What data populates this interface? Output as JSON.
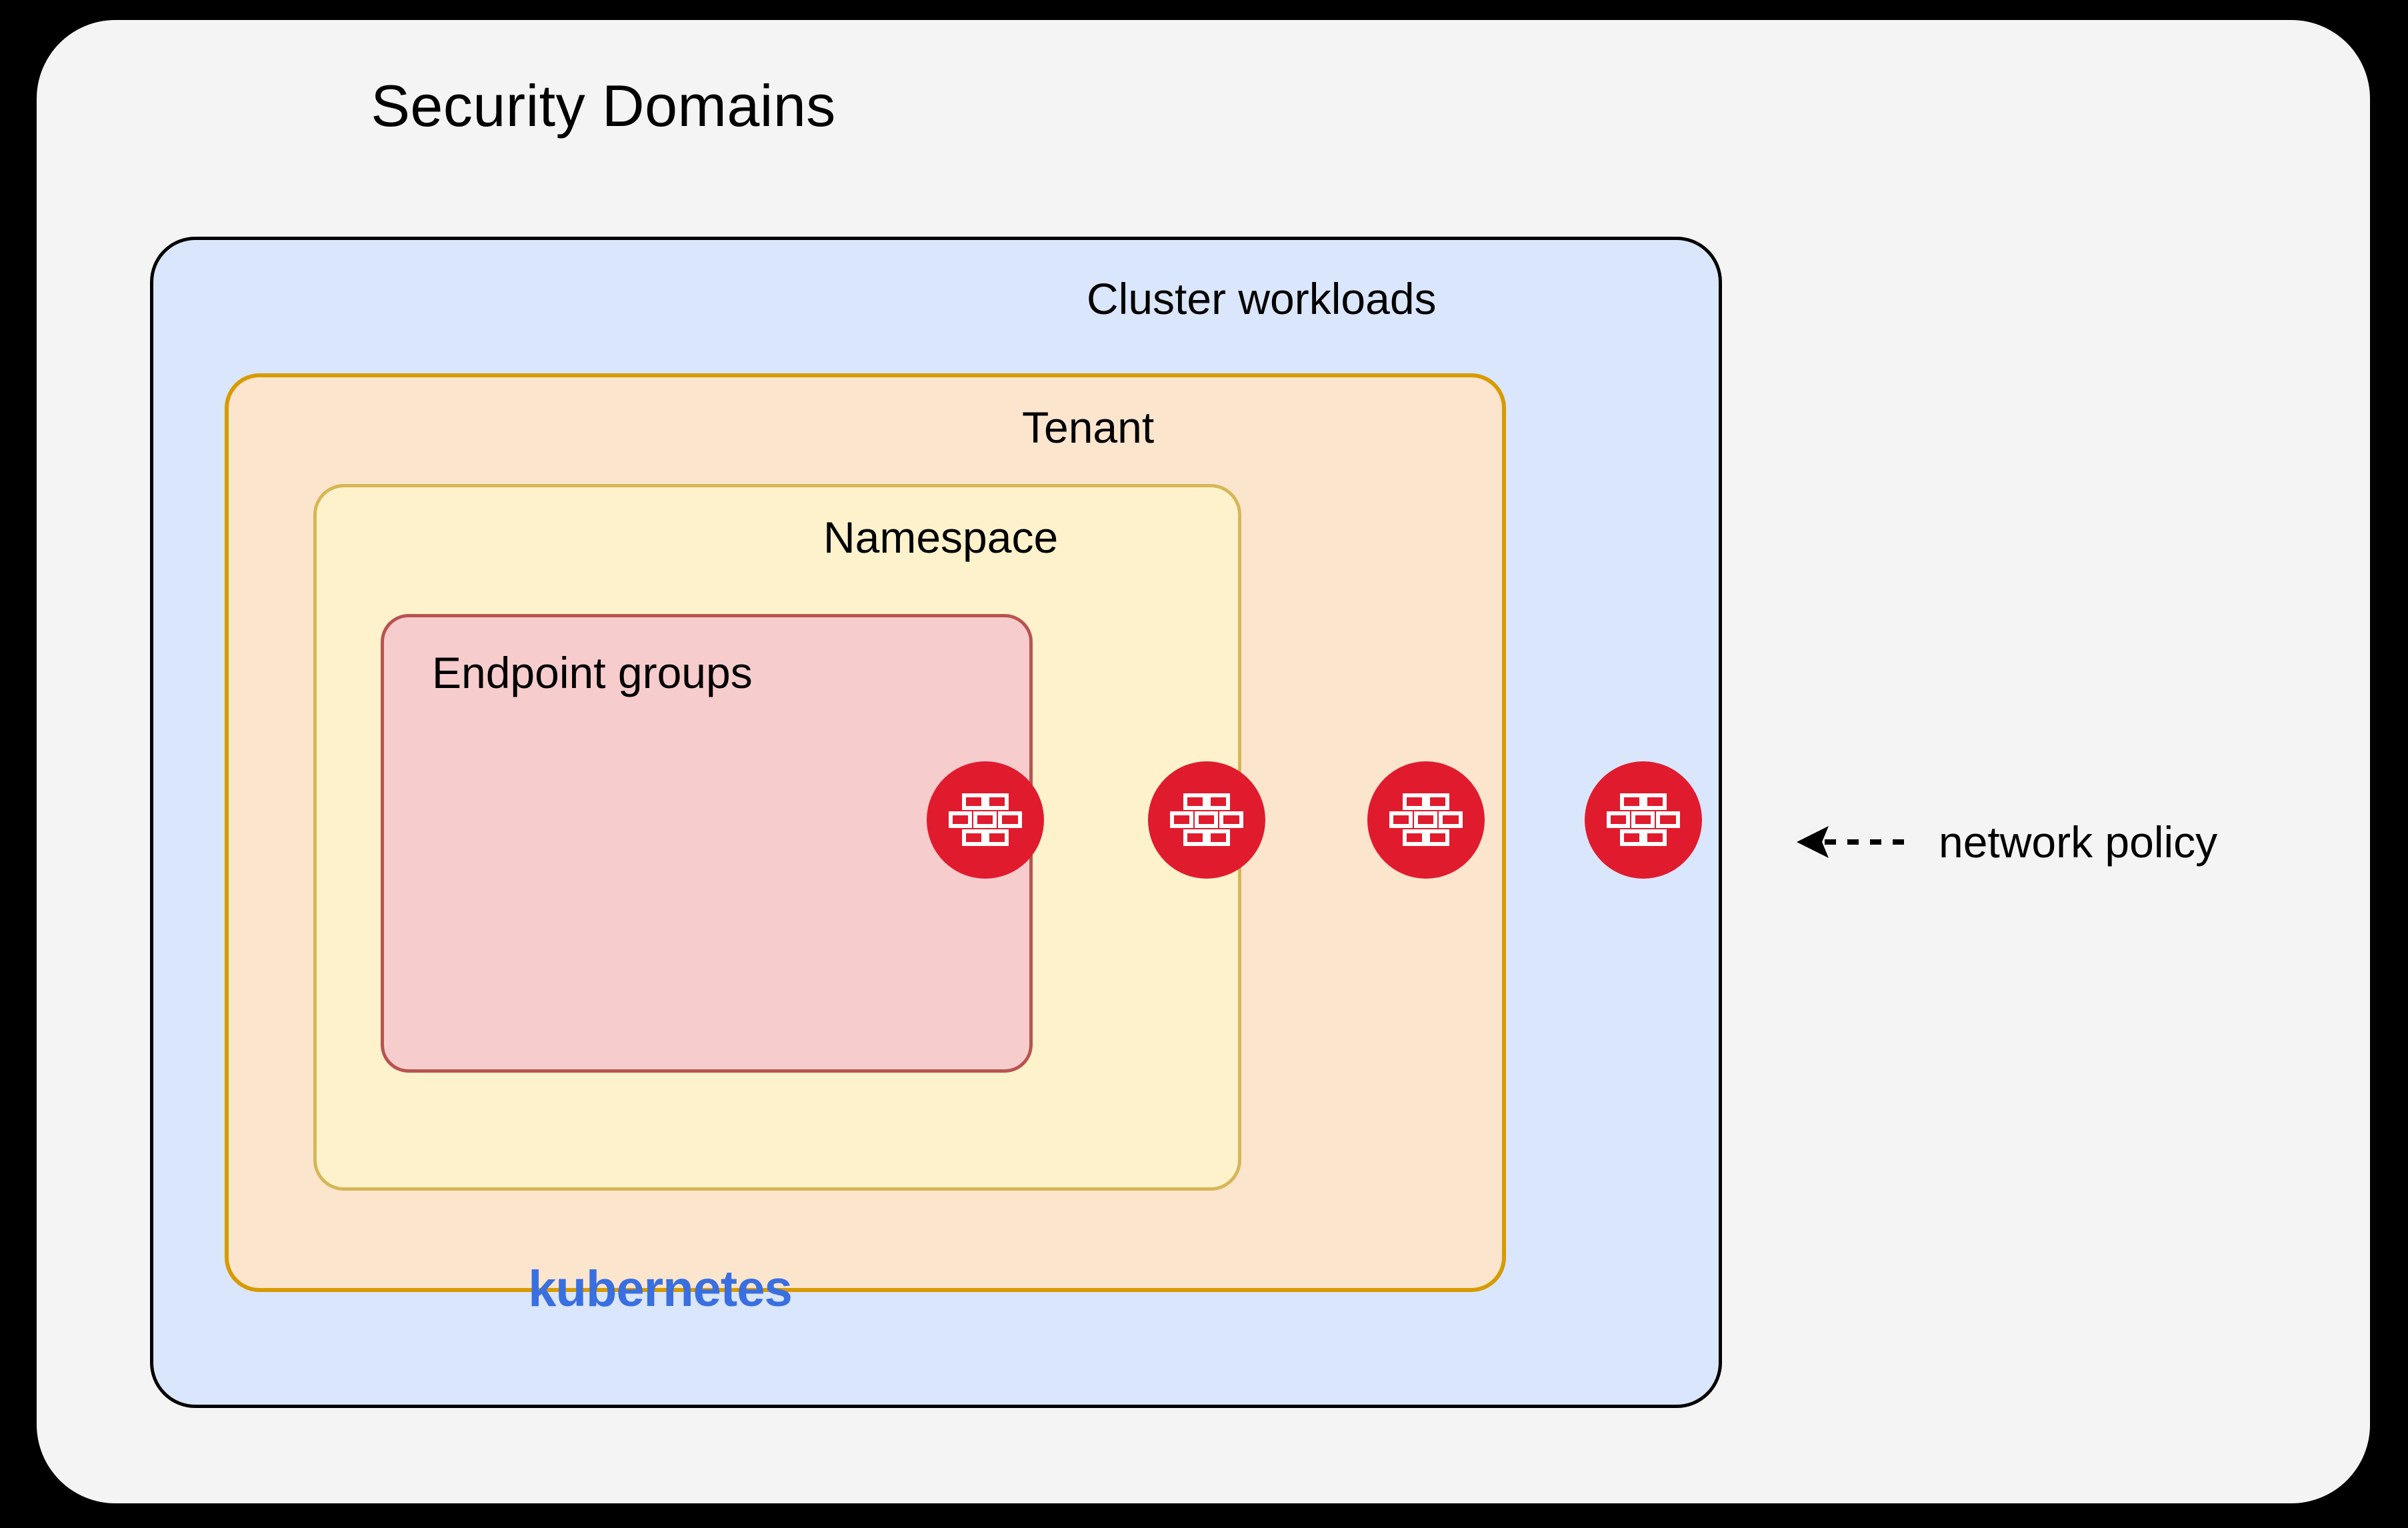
{
  "diagram": {
    "title": "Security Domains",
    "background_color": "#000000",
    "panel_color": "#F4F4F4"
  },
  "domains": [
    {
      "id": "cluster-workloads",
      "label": "Cluster workloads",
      "fill": "#DAE6FB",
      "stroke": "#000000",
      "level": 1
    },
    {
      "id": "tenant",
      "label": "Tenant",
      "fill": "#FCE5CD",
      "stroke": "#D79B00",
      "level": 2
    },
    {
      "id": "namespace",
      "label": "Namespace",
      "fill": "#FDF2CC",
      "stroke": "#D6B656",
      "level": 3
    },
    {
      "id": "endpoint-groups",
      "label": "Endpoint groups",
      "fill": "#F7CCCC",
      "stroke": "#B85450",
      "level": 4
    }
  ],
  "brand": {
    "name": "kubernetes",
    "color": "#3A6FE0"
  },
  "policy_markers": {
    "icon": "firewall-brick-wall-icon",
    "color": "#E01B2E",
    "count": 4,
    "boundaries": [
      "endpoint-groups",
      "namespace",
      "tenant",
      "cluster-workloads"
    ]
  },
  "callout": {
    "label": "network policy",
    "arrow": "dashed-arrow-left-icon",
    "color": "#000000"
  }
}
